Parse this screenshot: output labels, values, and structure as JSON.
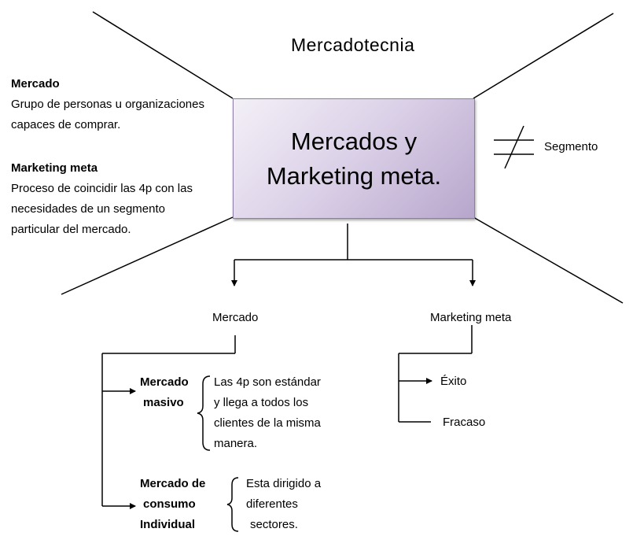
{
  "title": "Mercadotecnia",
  "center": {
    "title": "Mercados y\nMarketing meta."
  },
  "definitions": {
    "mercado": {
      "term": "Mercado",
      "lines": [
        "Grupo de personas u organizaciones",
        "capaces de comprar."
      ]
    },
    "marketing_meta": {
      "term": "Marketing meta",
      "lines": [
        "Proceso de coincidir las 4p con las",
        "necesidades de un segmento",
        "particular del mercado."
      ]
    }
  },
  "symbol": {
    "label": "Segmento"
  },
  "branches": {
    "mercado": {
      "label": "Mercado",
      "masivo": {
        "name": [
          "Mercado",
          "masivo"
        ],
        "desc": [
          "Las 4p son estándar",
          "y llega a todos los",
          "clientes de la misma",
          "manera."
        ]
      },
      "individual": {
        "name": [
          "Mercado de",
          "consumo",
          "Individual"
        ],
        "desc": [
          "Esta dirigido a",
          "diferentes",
          "sectores."
        ]
      }
    },
    "marketing_meta": {
      "label": "Marketing meta",
      "outcomes": [
        "Éxito",
        "Fracaso"
      ]
    }
  }
}
